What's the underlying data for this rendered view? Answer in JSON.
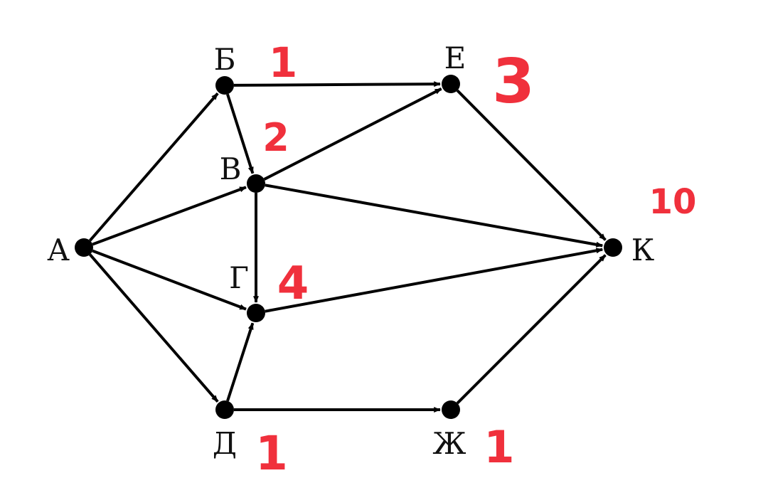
{
  "colors": {
    "ink": "#000000",
    "annotation": "#f0303c",
    "background": "#ffffff"
  },
  "graph": {
    "vertices": [
      {
        "id": "A",
        "label": "А"
      },
      {
        "id": "B",
        "label": "Б"
      },
      {
        "id": "V",
        "label": "В"
      },
      {
        "id": "G",
        "label": "Г"
      },
      {
        "id": "D",
        "label": "Д"
      },
      {
        "id": "E",
        "label": "Е"
      },
      {
        "id": "Zh",
        "label": "Ж"
      },
      {
        "id": "K",
        "label": "К"
      }
    ],
    "edges": [
      [
        "A",
        "B"
      ],
      [
        "A",
        "V"
      ],
      [
        "A",
        "G"
      ],
      [
        "A",
        "D"
      ],
      [
        "B",
        "V"
      ],
      [
        "B",
        "E"
      ],
      [
        "V",
        "E"
      ],
      [
        "V",
        "G"
      ],
      [
        "V",
        "K"
      ],
      [
        "G",
        "K"
      ],
      [
        "D",
        "G"
      ],
      [
        "D",
        "Zh"
      ],
      [
        "E",
        "K"
      ],
      [
        "Zh",
        "K"
      ]
    ],
    "path_counts": [
      {
        "vertex": "B",
        "text": "1"
      },
      {
        "vertex": "V",
        "text": "2"
      },
      {
        "vertex": "E",
        "text": "3"
      },
      {
        "vertex": "G",
        "text": "4"
      },
      {
        "vertex": "K",
        "text": "10"
      },
      {
        "vertex": "D",
        "text": "1"
      },
      {
        "vertex": "Zh",
        "text": "1"
      }
    ]
  }
}
